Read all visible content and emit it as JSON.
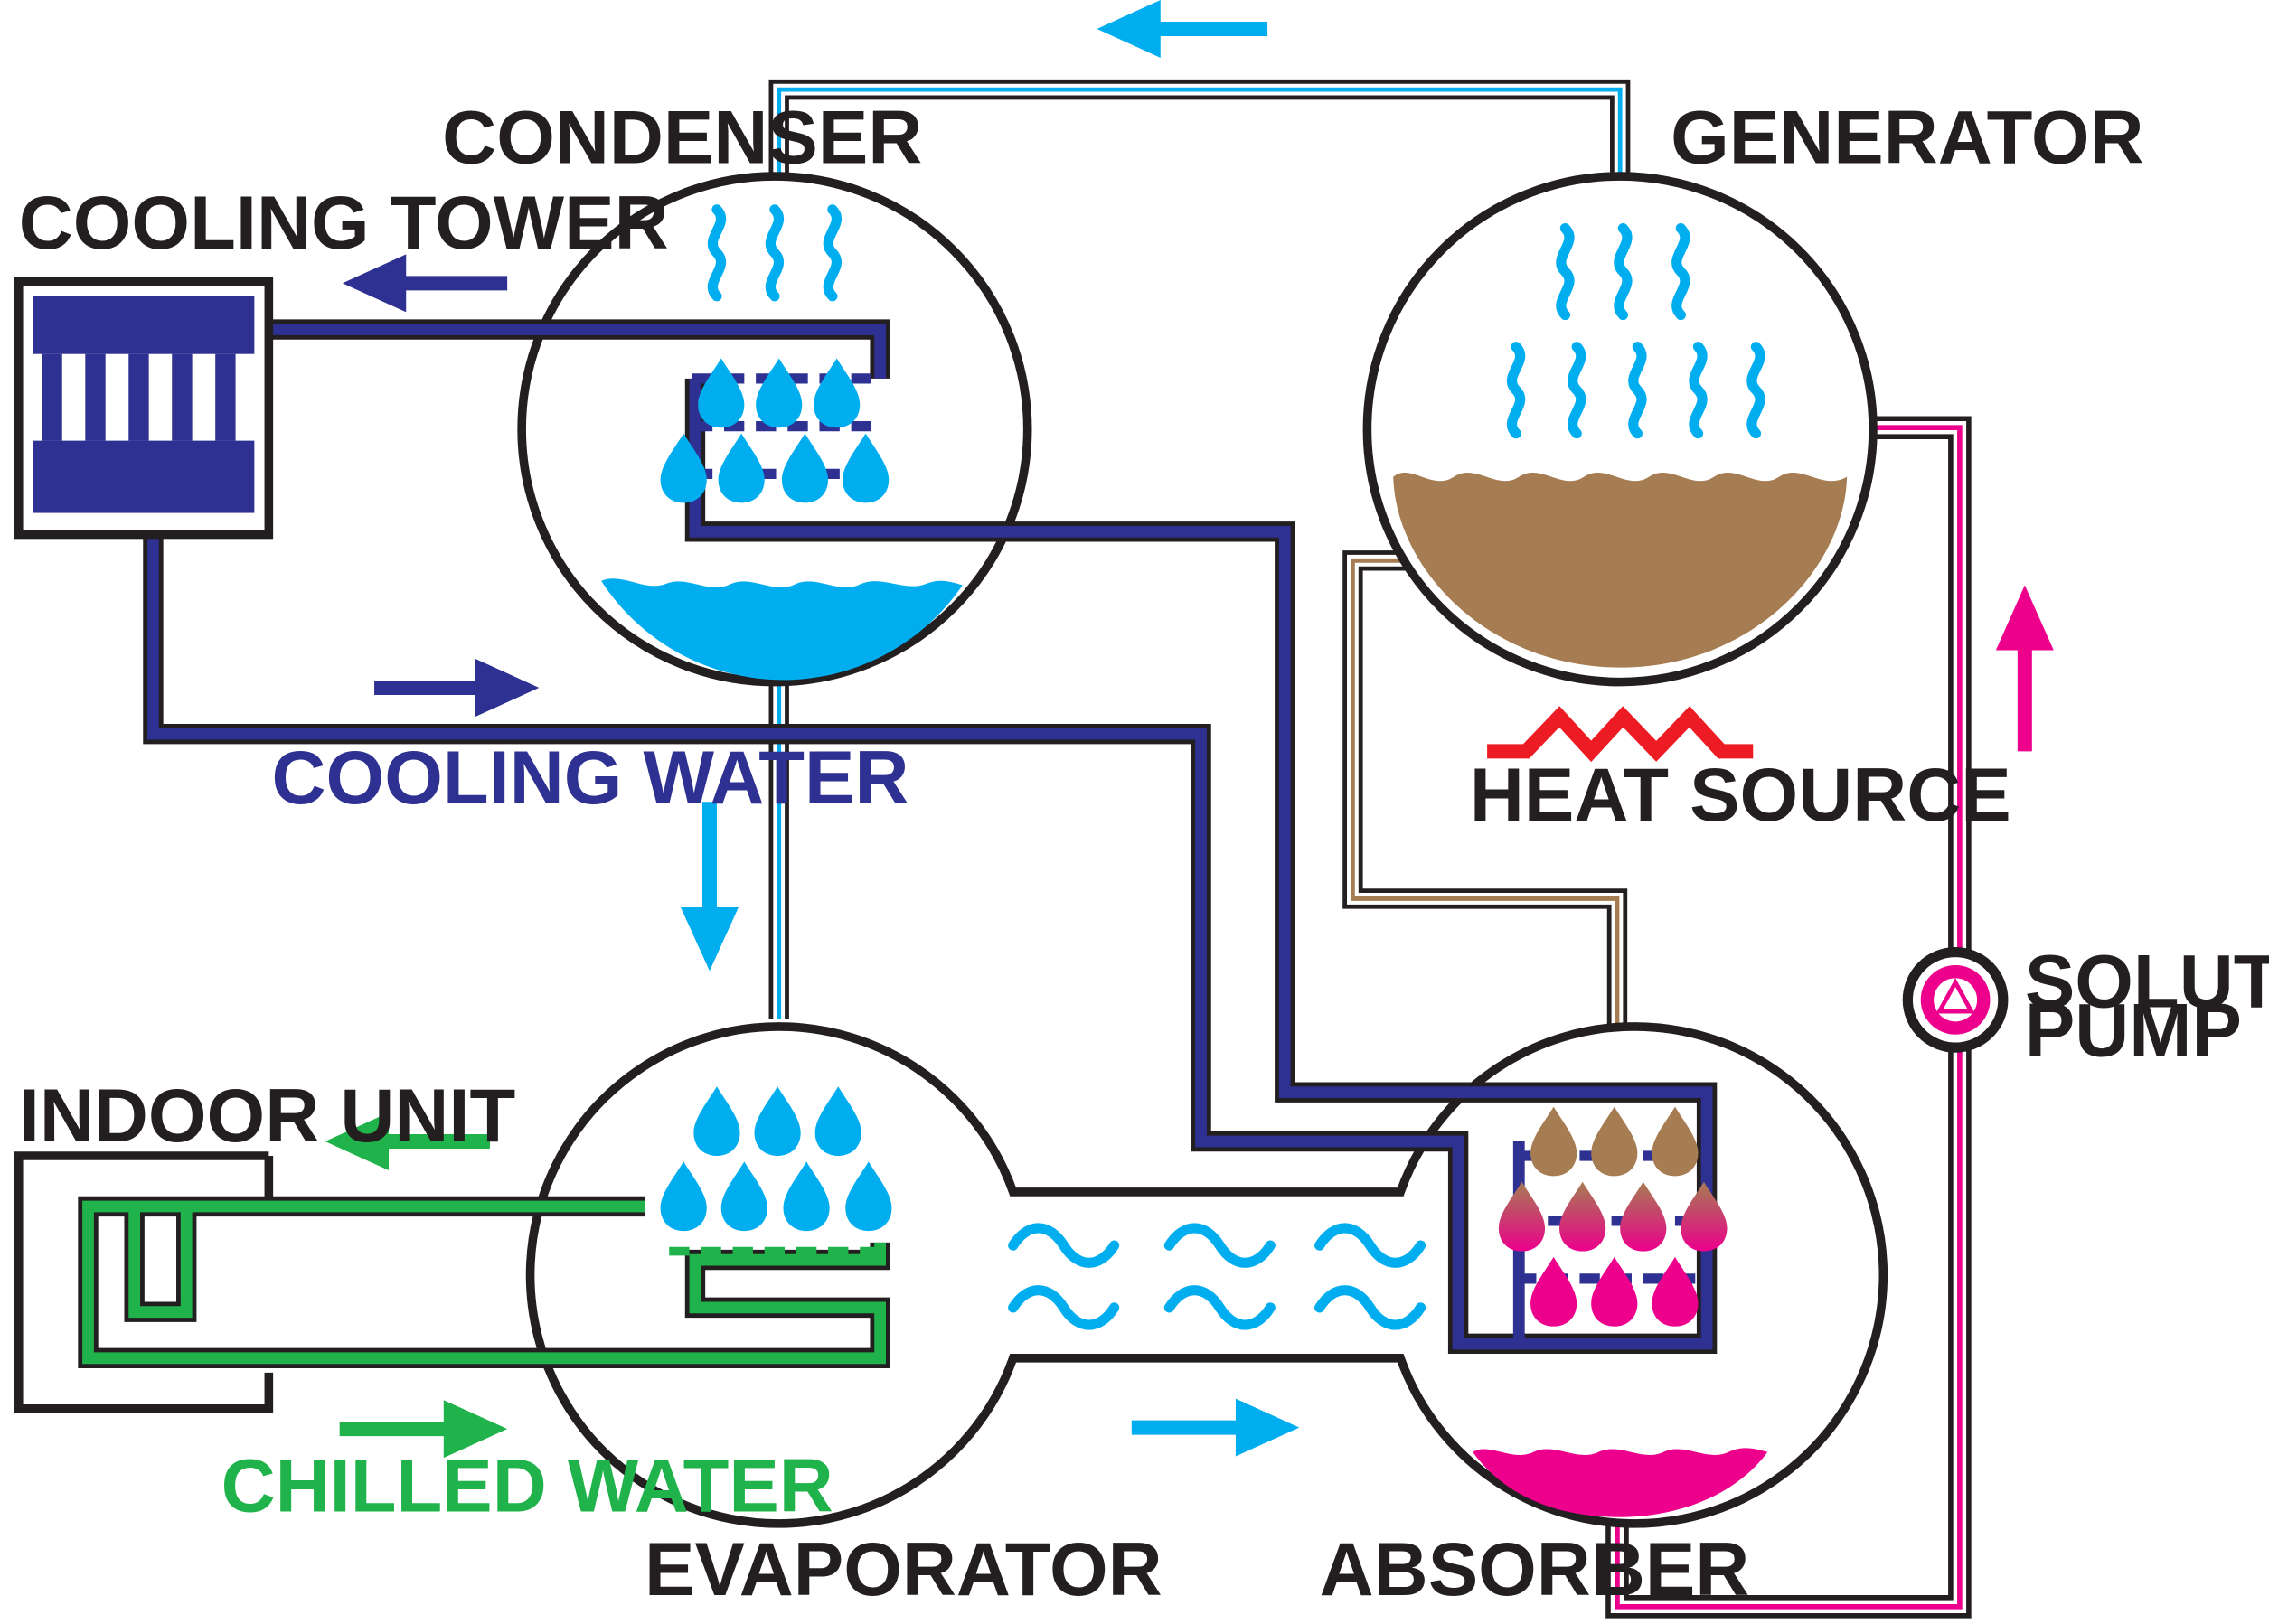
{
  "labels": {
    "condenser": "CONDENSER",
    "generator": "GENERATOR",
    "cooling_tower": "COOLING TOWER",
    "cooling_water": "COOLING WATER",
    "heat_source": "HEAT SOURCE",
    "solution_pump_line1": "SOLUTION",
    "solution_pump_line2": "PUMP",
    "indoor_unit": "INDOOR UNIT",
    "chilled_water": "CHILLED WATER",
    "evaporator": "EVAPORATOR",
    "absorber": "ABSORBER"
  },
  "colors": {
    "cooling_water": "#2e3192",
    "refrigerant": "#00aeef",
    "chilled_water": "#21b34b",
    "solution": "#ec008c",
    "concentrated_solution": "#a67c52",
    "heat_source": "#ed1c24",
    "outline": "#231f20"
  }
}
